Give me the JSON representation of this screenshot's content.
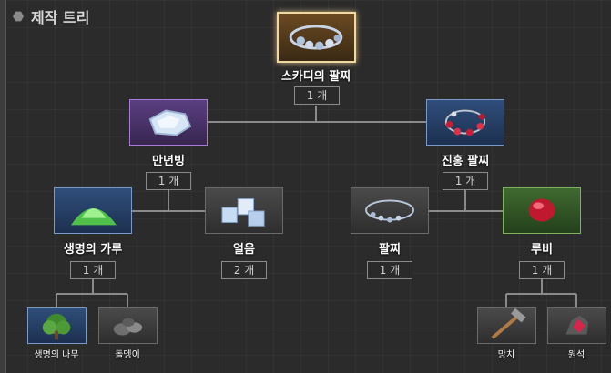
{
  "panel": {
    "title": "제작 트리"
  },
  "nodes": {
    "root": {
      "name": "스카디의 팔찌",
      "count": "1 개",
      "icon": "bracelet-icon"
    },
    "ice_crystal": {
      "name": "만년빙",
      "count": "1 개",
      "icon": "ice-crystal-icon"
    },
    "crimson_bracelet": {
      "name": "진홍 팔찌",
      "count": "1 개",
      "icon": "ruby-bracelet-icon"
    },
    "life_powder": {
      "name": "생명의 가루",
      "count": "1 개",
      "icon": "green-powder-icon"
    },
    "ice": {
      "name": "얼음",
      "count": "2 개",
      "icon": "ice-cubes-icon"
    },
    "bracelet": {
      "name": "팔찌",
      "count": "1 개",
      "icon": "bead-bracelet-icon"
    },
    "ruby": {
      "name": "루비",
      "count": "1 개",
      "icon": "ruby-gem-icon"
    },
    "tree_of_life": {
      "name": "생명의 나무",
      "icon": "tree-icon"
    },
    "pebble": {
      "name": "돌멩이",
      "icon": "pebble-icon"
    },
    "hammer": {
      "name": "망치",
      "icon": "hammer-icon"
    },
    "ore": {
      "name": "원석",
      "icon": "ore-icon"
    }
  },
  "colors": {
    "background": "#2b2b2b",
    "root_border": "#f0d9a0",
    "connector": "#8a8a8a"
  }
}
